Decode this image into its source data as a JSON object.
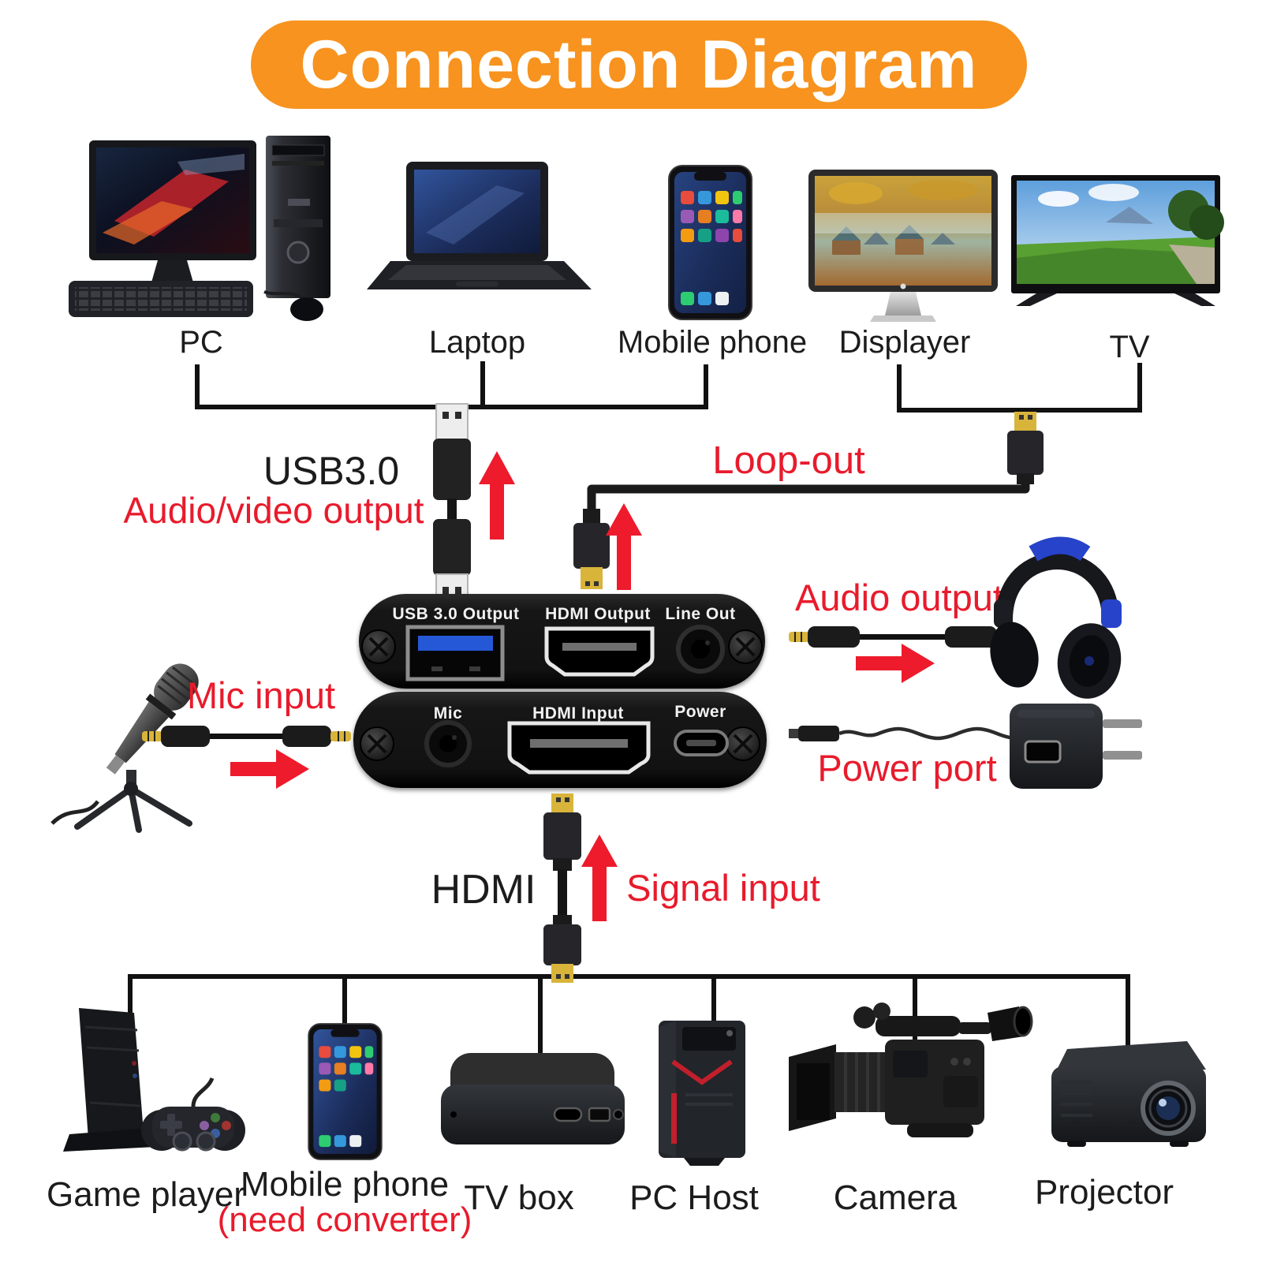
{
  "title": "Connection Diagram",
  "colors": {
    "banner_orange": "#F7931E",
    "label_red": "#E81B2C",
    "arrow_red": "#ED1B2C",
    "usb_blue": "#2558D6",
    "hdmi_gold": "#D9B43A"
  },
  "top_devices": {
    "pc": "PC",
    "laptop": "Laptop",
    "mobile_phone": "Mobile phone",
    "displayer": "Displayer",
    "tv": "TV"
  },
  "capture_card": {
    "usb_output_label": "USB 3.0 Output",
    "hdmi_output_label": "HDMI Output",
    "line_out_label": "Line Out",
    "mic_label": "Mic",
    "hdmi_input_label": "HDMI Input",
    "power_label": "Power"
  },
  "annotations": {
    "usb": "USB3.0",
    "av_output": "Audio/video output",
    "loop_out": "Loop-out",
    "audio_output": "Audio output",
    "mic_input": "Mic input",
    "power_port": "Power port",
    "hdmi": "HDMI",
    "signal_input": "Signal input"
  },
  "bottom_devices": {
    "game_player": "Game player",
    "mobile_phone": "Mobile phone",
    "mobile_phone_note": "(need converter)",
    "tv_box": "TV box",
    "pc_host": "PC Host",
    "camera": "Camera",
    "projector": "Projector"
  }
}
